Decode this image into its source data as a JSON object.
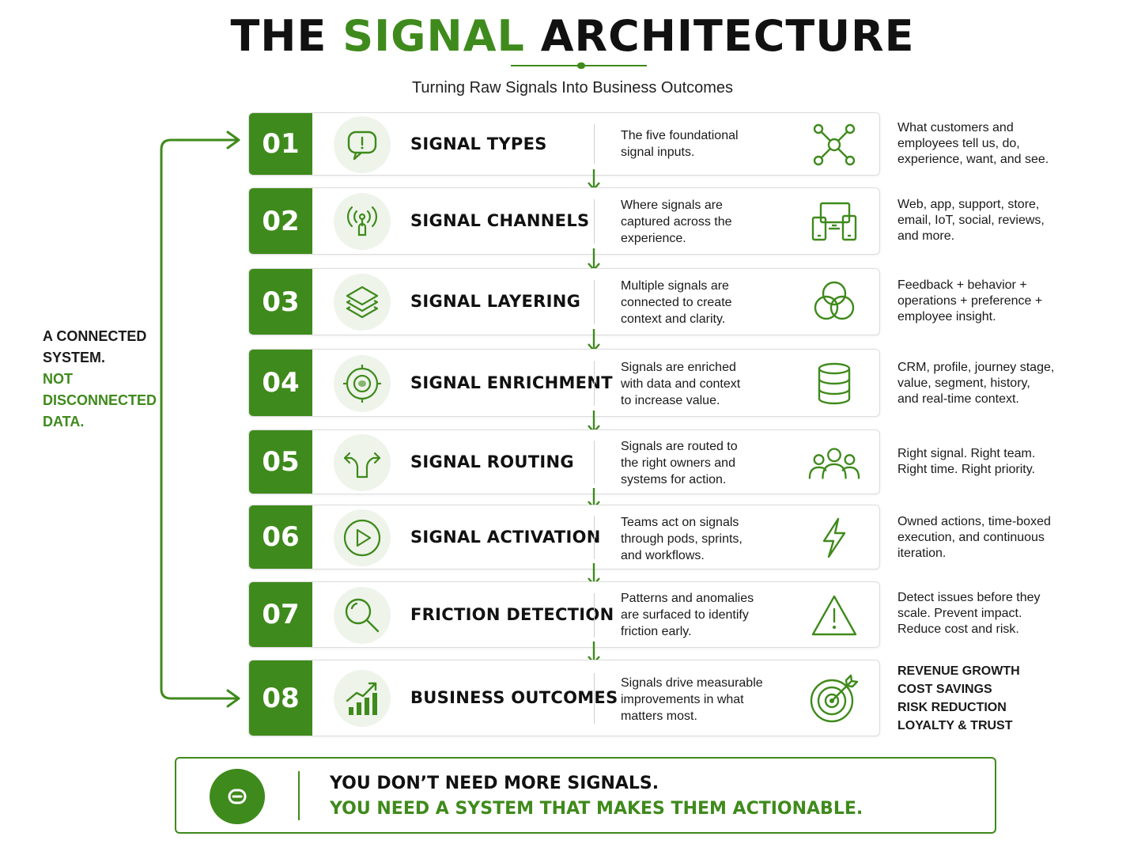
{
  "title": {
    "part1": "THE",
    "part2": "SIGNAL",
    "part3": "ARCHITECTURE"
  },
  "subtitle": "Turning Raw Signals Into Business Outcomes",
  "side_note": {
    "line1": "A CONNECTED",
    "line2": "SYSTEM.",
    "line3": "NOT",
    "line4": "DISCONNECTED",
    "line5": "DATA."
  },
  "accent_color": "#3f8a1c",
  "steps": [
    {
      "number": "01",
      "title": "SIGNAL TYPES",
      "icon": "chat-bubble-icon",
      "description": [
        "The five foundational",
        "signal inputs."
      ],
      "right_icon": "network-nodes-icon",
      "detail": [
        "What customers and",
        "employees tell us, do,",
        "experience, want, and see."
      ]
    },
    {
      "number": "02",
      "title": "SIGNAL CHANNELS",
      "icon": "broadcast-antenna-icon",
      "description": [
        "Where signals are",
        "captured across the",
        "experience."
      ],
      "right_icon": "devices-icon",
      "detail": [
        "Web, app, support, store,",
        "email, IoT, social, reviews,",
        "and more."
      ]
    },
    {
      "number": "03",
      "title": "SIGNAL LAYERING",
      "icon": "layers-icon",
      "description": [
        "Multiple signals are",
        "connected to create",
        "context and clarity."
      ],
      "right_icon": "venn-circles-icon",
      "detail": [
        "Feedback + behavior +",
        "operations + preference +",
        "employee insight."
      ]
    },
    {
      "number": "04",
      "title": "SIGNAL ENRICHMENT",
      "icon": "target-focus-icon",
      "description": [
        "Signals are enriched",
        "with data and context",
        "to increase value."
      ],
      "right_icon": "database-icon",
      "detail": [
        "CRM, profile, journey stage,",
        "value, segment, history,",
        "and real-time context."
      ]
    },
    {
      "number": "05",
      "title": "SIGNAL ROUTING",
      "icon": "split-route-icon",
      "description": [
        "Signals are routed to",
        "the right owners and",
        "systems for action."
      ],
      "right_icon": "team-people-icon",
      "detail": [
        "Right signal. Right team.",
        "Right time. Right priority."
      ]
    },
    {
      "number": "06",
      "title": "SIGNAL ACTIVATION",
      "icon": "play-button-icon",
      "description": [
        "Teams act on signals",
        "through pods, sprints,",
        "and workflows."
      ],
      "right_icon": "lightning-bolt-icon",
      "detail": [
        "Owned actions, time-boxed",
        "execution, and continuous",
        "iteration."
      ]
    },
    {
      "number": "07",
      "title": "FRICTION DETECTION",
      "icon": "magnifier-icon",
      "description": [
        "Patterns and anomalies",
        "are surfaced to identify",
        "friction early."
      ],
      "right_icon": "warning-triangle-icon",
      "detail": [
        "Detect issues before they",
        "scale. Prevent impact.",
        "Reduce cost and risk."
      ]
    },
    {
      "number": "08",
      "title": "BUSINESS OUTCOMES",
      "icon": "growth-chart-icon",
      "description": [
        "Signals drive measurable",
        "improvements in what",
        "matters most."
      ],
      "right_icon": "bullseye-arrow-icon",
      "detail": [
        "REVENUE GROWTH",
        "COST SAVINGS",
        "RISK REDUCTION",
        "LOYALTY & TRUST"
      ]
    }
  ],
  "banner": {
    "icon": "linked-rings-icon",
    "line1": "YOU DON’T NEED MORE SIGNALS.",
    "line2": "YOU NEED A SYSTEM THAT MAKES THEM ACTIONABLE."
  }
}
